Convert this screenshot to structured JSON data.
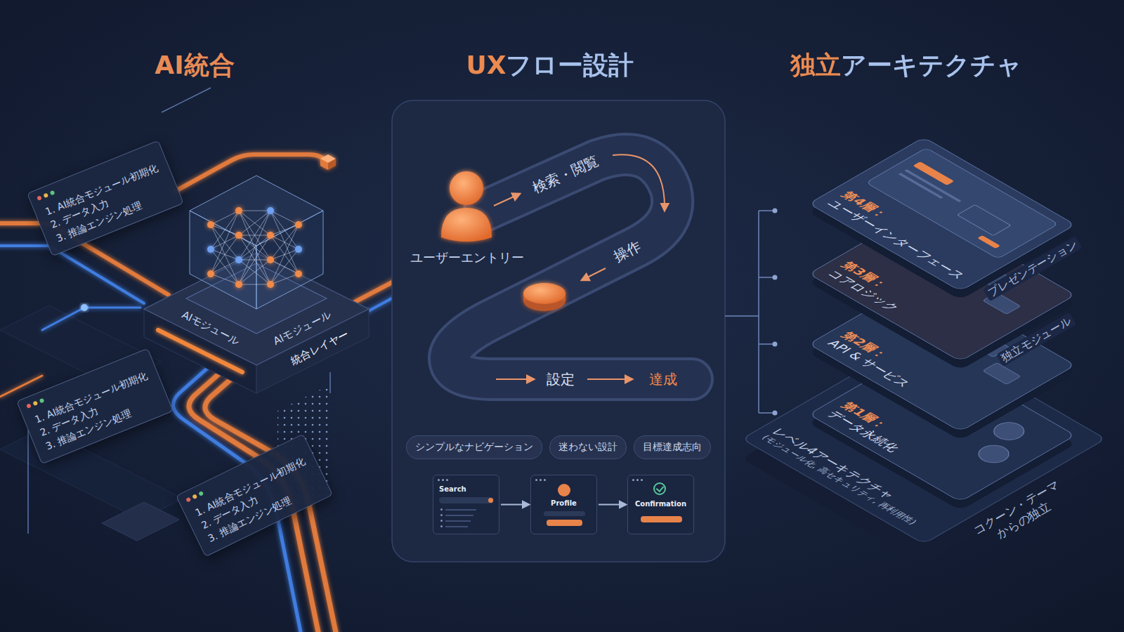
{
  "diagram": {
    "nodes": [
      {
        "text": [
          "1. AI統合モジュール初期化",
          "2. データ入力",
          "3. 推論エンジン処理"
        ]
      },
      {
        "text": [
          "AIモジュール",
          "AIモジュール",
          "統合レイヤー"
        ]
      },
      {
        "text": [
          "1. AI統合モジュール初期化",
          "2. データ入力",
          "3. 推論エンジン処理"
        ]
      },
      {
        "text": [
          "1. AI統合モジュール初期化",
          "2. データ入力",
          "3. 推論エンジン処理"
        ]
      },
      {
        "text": [
          "シンプルなナビゲーション"
        ]
      },
      {
        "text": [
          "迷わない設計"
        ]
      },
      {
        "text": [
          "目標達成志向"
        ]
      },
      {
        "text": [
          "Search"
        ]
      },
      {
        "text": [
          "Profile"
        ]
      },
      {
        "text": [
          "Confirmation"
        ]
      },
      {
        "text": [
          "第4層：",
          "ユーザーインターフェース"
        ]
      },
      {
        "text": [
          "第3層：",
          "コアロジック"
        ]
      },
      {
        "text": [
          "第2層：",
          "API & サービス"
        ]
      },
      {
        "text": [
          "第1層：",
          "データ永続化"
        ]
      },
      {
        "text": [
          "レベル4アーキテクチャ",
          "(モジュール化, 高セキュリティ, 再利用性)"
        ]
      }
    ],
    "edges": [
      {
        "from": 7,
        "to": 8,
        "arrow": "to"
      },
      {
        "from": 8,
        "to": 9,
        "arrow": "to"
      }
    ],
    "labels": [
      "AI統合",
      "UXフロー設計",
      "独立アーキテクチャ",
      "ユーザーエントリー",
      "検索・閲覧",
      "操作",
      "設定",
      "達成",
      "プレゼンテーション",
      "独立モジュール",
      "コクーン・テーマからの独立"
    ]
  }
}
